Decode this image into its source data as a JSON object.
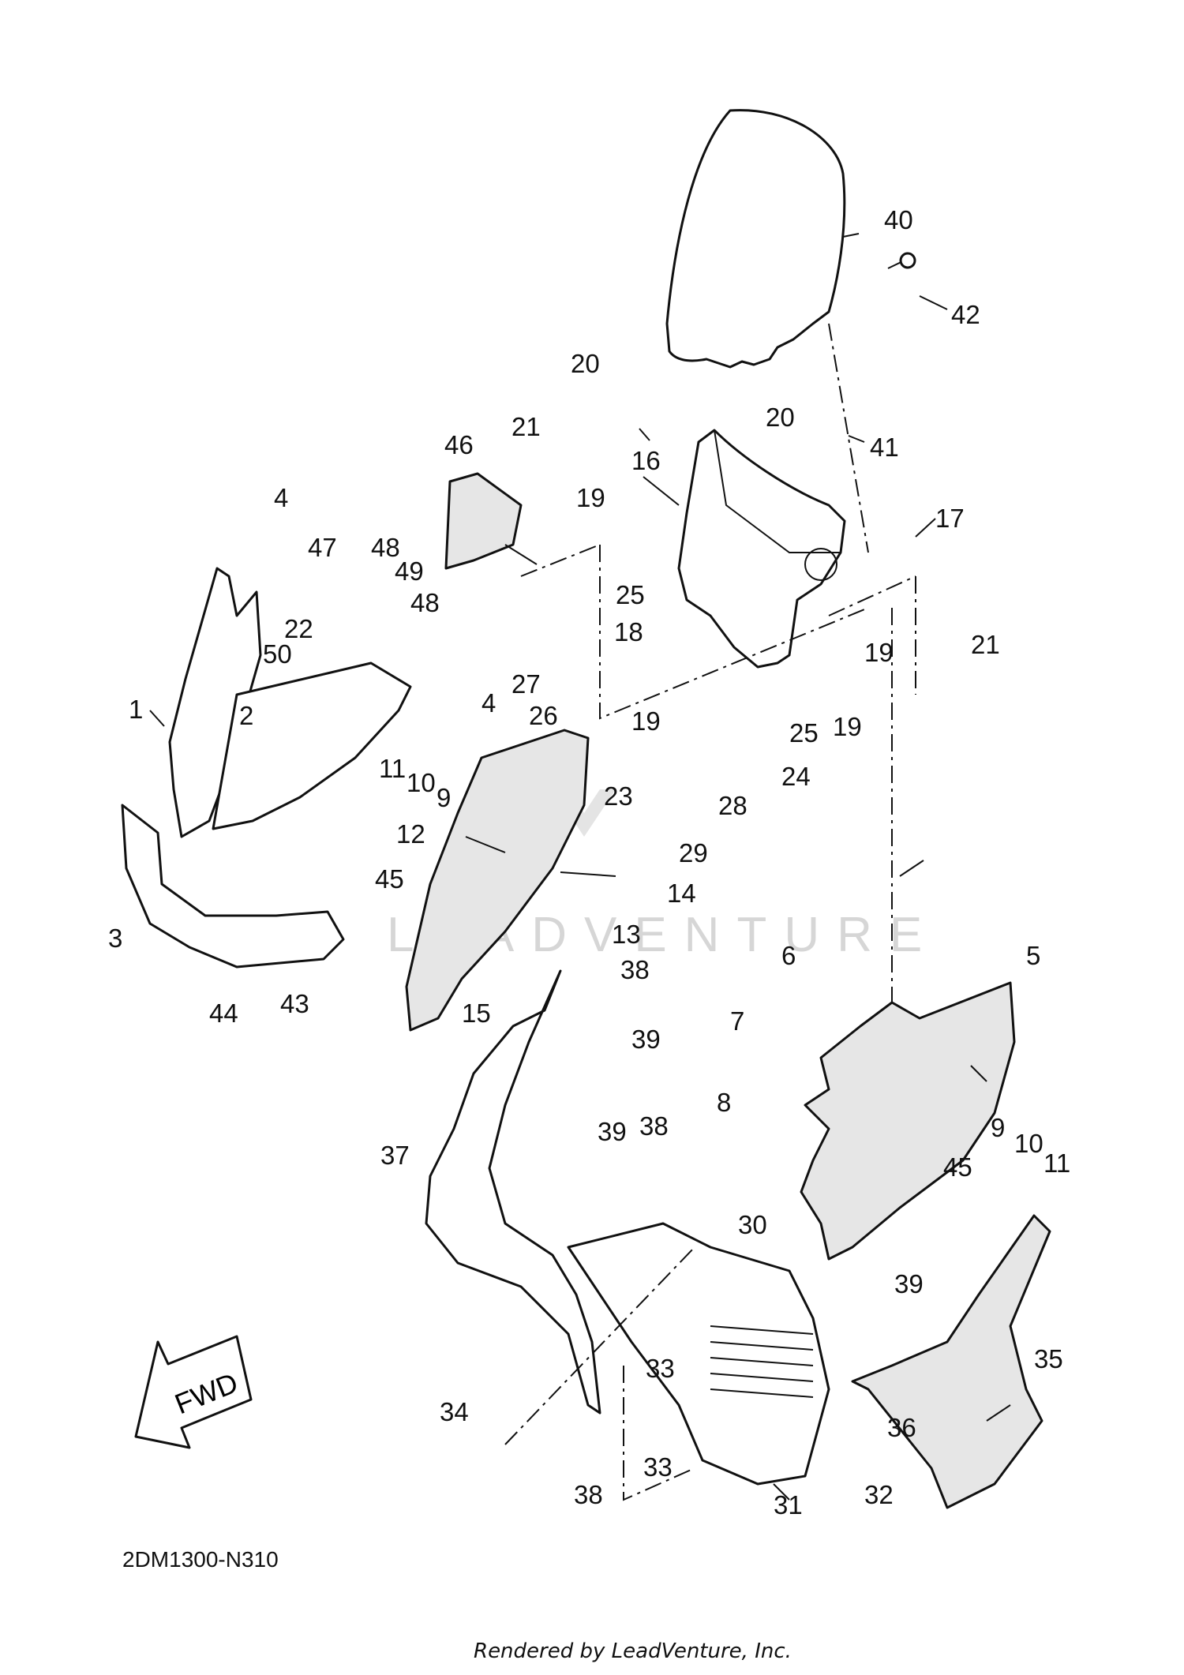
{
  "diagram_code": "2DM1300-N310",
  "rendered_by": "Rendered by LeadVenture, Inc.",
  "watermark": "LEADVENTURE",
  "fwd_label": "FWD",
  "callouts": [
    {
      "id": "c40",
      "number": "40"
    },
    {
      "id": "c42",
      "number": "42"
    },
    {
      "id": "c20a",
      "number": "20"
    },
    {
      "id": "c20b",
      "number": "20"
    },
    {
      "id": "c41",
      "number": "41"
    },
    {
      "id": "c21a",
      "number": "21"
    },
    {
      "id": "c16",
      "number": "16"
    },
    {
      "id": "c46",
      "number": "46"
    },
    {
      "id": "c19a",
      "number": "19"
    },
    {
      "id": "c17",
      "number": "17"
    },
    {
      "id": "c4a",
      "number": "4"
    },
    {
      "id": "c47",
      "number": "47"
    },
    {
      "id": "c48a",
      "number": "48"
    },
    {
      "id": "c49",
      "number": "49"
    },
    {
      "id": "c48b",
      "number": "48"
    },
    {
      "id": "c21b",
      "number": "21"
    },
    {
      "id": "c25a",
      "number": "25"
    },
    {
      "id": "c18",
      "number": "18"
    },
    {
      "id": "c19b",
      "number": "19"
    },
    {
      "id": "c22",
      "number": "22"
    },
    {
      "id": "c50",
      "number": "50"
    },
    {
      "id": "c2",
      "number": "2"
    },
    {
      "id": "c27",
      "number": "27"
    },
    {
      "id": "c26",
      "number": "26"
    },
    {
      "id": "c4b",
      "number": "4"
    },
    {
      "id": "c1",
      "number": "1"
    },
    {
      "id": "c19c",
      "number": "19"
    },
    {
      "id": "c25b",
      "number": "25"
    },
    {
      "id": "c19d",
      "number": "19"
    },
    {
      "id": "c11a",
      "number": "11"
    },
    {
      "id": "c10a",
      "number": "10"
    },
    {
      "id": "c9a",
      "number": "9"
    },
    {
      "id": "c24",
      "number": "24"
    },
    {
      "id": "c23",
      "number": "23"
    },
    {
      "id": "c28",
      "number": "28"
    },
    {
      "id": "c12",
      "number": "12"
    },
    {
      "id": "c29",
      "number": "29"
    },
    {
      "id": "c45a",
      "number": "45"
    },
    {
      "id": "c14",
      "number": "14"
    },
    {
      "id": "c3",
      "number": "3"
    },
    {
      "id": "c13",
      "number": "13"
    },
    {
      "id": "c6",
      "number": "6"
    },
    {
      "id": "c5",
      "number": "5"
    },
    {
      "id": "c38a",
      "number": "38"
    },
    {
      "id": "c44",
      "number": "44"
    },
    {
      "id": "c43",
      "number": "43"
    },
    {
      "id": "c15",
      "number": "15"
    },
    {
      "id": "c7",
      "number": "7"
    },
    {
      "id": "c39a",
      "number": "39"
    },
    {
      "id": "c8",
      "number": "8"
    },
    {
      "id": "c9b",
      "number": "9"
    },
    {
      "id": "c39b",
      "number": "39"
    },
    {
      "id": "c38b",
      "number": "38"
    },
    {
      "id": "c10b",
      "number": "10"
    },
    {
      "id": "c11b",
      "number": "11"
    },
    {
      "id": "c37",
      "number": "37"
    },
    {
      "id": "c45b",
      "number": "45"
    },
    {
      "id": "c30",
      "number": "30"
    },
    {
      "id": "c39c",
      "number": "39"
    },
    {
      "id": "c35",
      "number": "35"
    },
    {
      "id": "c33a",
      "number": "33"
    },
    {
      "id": "c34",
      "number": "34"
    },
    {
      "id": "c36",
      "number": "36"
    },
    {
      "id": "c33b",
      "number": "33"
    },
    {
      "id": "c32",
      "number": "32"
    },
    {
      "id": "c38c",
      "number": "38"
    },
    {
      "id": "c31",
      "number": "31"
    }
  ]
}
